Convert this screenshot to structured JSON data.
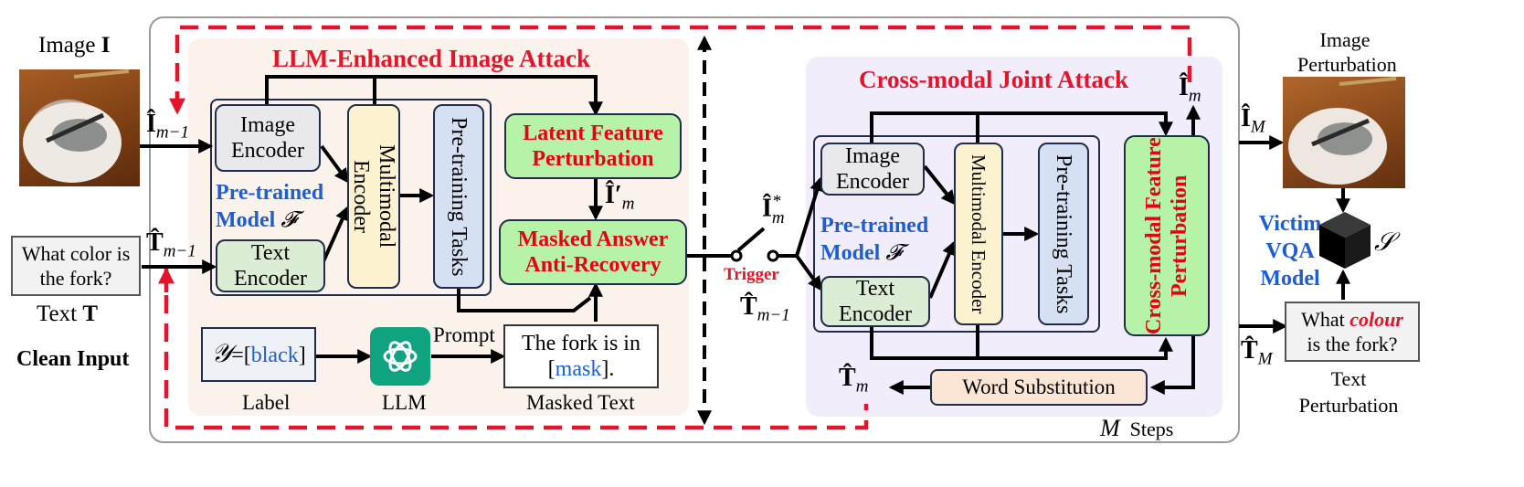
{
  "left": {
    "image_label": "Image",
    "image_symbol": "I",
    "question": "What color is the fork?",
    "text_label": "Text",
    "text_symbol": "T",
    "clean_input": "Clean Input",
    "i_prev": "Î",
    "i_prev_sub": "m−1",
    "t_prev": "T̂",
    "t_prev_sub": "m−1"
  },
  "llm_panel": {
    "title": "LLM-Enhanced Image Attack",
    "image_encoder": "Image Encoder",
    "text_encoder": "Text Encoder",
    "multimodal_encoder": "Multimodal Encoder",
    "pretraining_tasks": "Pre-training Tasks",
    "model_line1": "Pre-trained",
    "model_line2": "Model",
    "model_symbol": "𝓕",
    "latent": "Latent Feature Perturbation",
    "i_prime": "Î′",
    "i_prime_sub": "m",
    "masked_answer": "Masked Answer Anti-Recovery",
    "label_box_symbol": "𝒴",
    "label_box_eq": "=[",
    "label_box_word": "black",
    "label_box_close": "]",
    "label_caption": "Label",
    "llm_caption": "LLM",
    "prompt": "Prompt",
    "masked_text_pre": "The fork is in",
    "masked_text_open": "[",
    "masked_text_word": "mask",
    "masked_text_close": "].",
    "masked_text_caption": "Masked Text"
  },
  "middle": {
    "i_star": "Î",
    "i_star_sup": "*",
    "i_star_sub": "m",
    "trigger": "Trigger",
    "t_prev": "T̂",
    "t_prev_sub": "m−1"
  },
  "cross_panel": {
    "title": "Cross-modal Joint Attack",
    "image_encoder": "Image Encoder",
    "text_encoder": "Text Encoder",
    "multimodal_encoder": "Multimodal Encoder",
    "pretraining_tasks": "Pre-training Tasks",
    "model_line1": "Pre-trained",
    "model_line2": "Model",
    "model_symbol": "𝓕",
    "cross_feature": "Cross-modal Feature Perturbation",
    "word_substitution": "Word Substitution",
    "i_m": "Î",
    "i_m_sub": "m",
    "t_m": "T̂",
    "t_m_sub": "m",
    "steps_symbol": "M",
    "steps": "Steps"
  },
  "right": {
    "image_perturbation": "Image Perturbation",
    "i_M": "Î",
    "i_M_sub": "M",
    "t_M": "T̂",
    "t_M_sub": "M",
    "victim_line1": "Victim",
    "victim_line2": "VQA",
    "victim_line3": "Model",
    "victim_symbol": "𝒮",
    "question_pre": "What",
    "question_word": "colour",
    "question_post": "is the fork?",
    "text_perturbation": "Text Perturbation"
  },
  "colors": {
    "red": "#e4142b",
    "blue": "#1d5fd1",
    "bright_green": "#b6f3a8",
    "llm_panel_bg": "#fcf2ec",
    "cross_panel_bg": "#f1edfb",
    "openai_green": "#10a37f"
  }
}
